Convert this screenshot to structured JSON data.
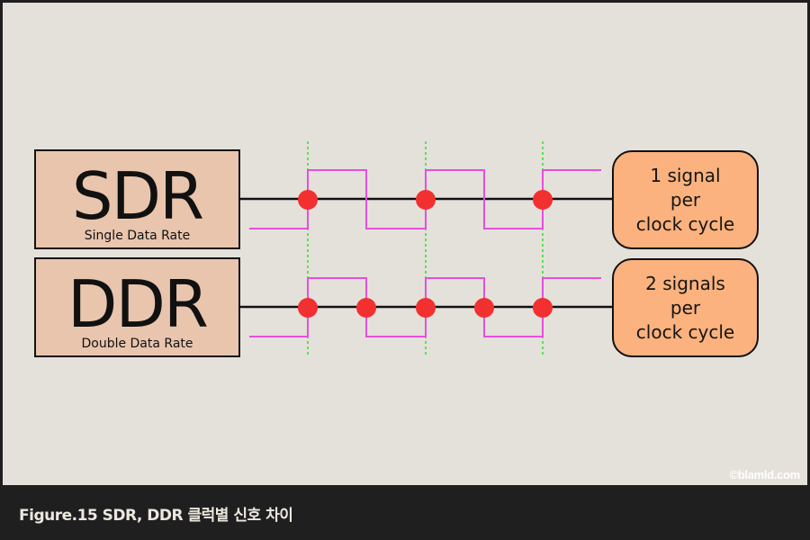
{
  "diagram": {
    "rows": [
      {
        "id": "sdr",
        "title": "SDR",
        "subtitle": "Single Data Rate",
        "result_lines": [
          "1 signal",
          "per",
          "clock cycle"
        ],
        "sample_points_per_cycle": 1
      },
      {
        "id": "ddr",
        "title": "DDR",
        "subtitle": "Double Data Rate",
        "result_lines": [
          "2 signals",
          "per",
          "clock cycle"
        ],
        "sample_points_per_cycle": 2
      }
    ],
    "colors": {
      "background": "#e4e1da",
      "label_box": "#e9c5ae",
      "result_box": "#fbb27e",
      "clock_wave": "#e64fdc",
      "sample_point": "#f23030",
      "clock_edge_guide": "#33dd33",
      "data_line": "#111111"
    }
  },
  "watermark": "©blamld.com",
  "caption": "Figure.15 SDR, DDR 클럭별 신호 차이"
}
